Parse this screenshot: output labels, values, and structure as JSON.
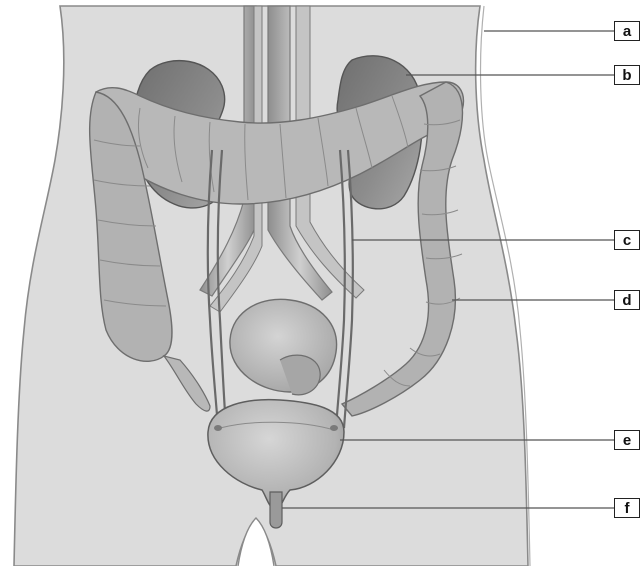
{
  "diagram": {
    "labels": [
      "a",
      "b",
      "c",
      "d",
      "e",
      "f"
    ],
    "colors": {
      "background": "#ffffff",
      "body": "#dcdcdc",
      "body_outline": "#8a8a8a",
      "organ_dark": "#8f8f8f",
      "organ_mid": "#b4b4b4",
      "organ_light": "#d2d2d2",
      "leader_line": "#555555"
    }
  }
}
